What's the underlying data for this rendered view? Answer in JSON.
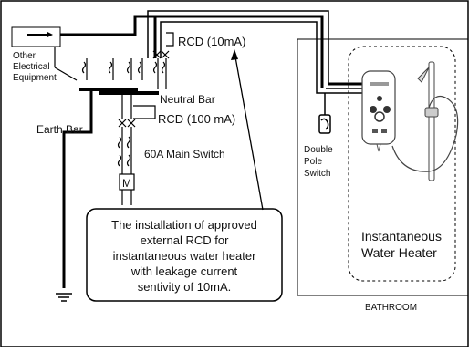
{
  "labels": {
    "other_equipment": [
      "Other",
      "Electrical",
      "Equipment"
    ],
    "earth_bar": "Earth Bar",
    "neutral_bar": "Neutral Bar",
    "rcd_10": "RCD (10mA)",
    "rcd_100": "RCD (100 mA)",
    "main_switch": "60A Main Switch",
    "meter": "M",
    "double_pole_switch": [
      "Double",
      "Pole",
      "Switch"
    ],
    "heater_label": [
      "Instantaneous",
      "Water Heater"
    ],
    "bathroom": "BATHROOM"
  },
  "callout": {
    "lines": [
      "The installation of approved",
      "external RCD for",
      "instantaneous water heater",
      "with leakage current",
      "sentivity of 10mA."
    ]
  }
}
